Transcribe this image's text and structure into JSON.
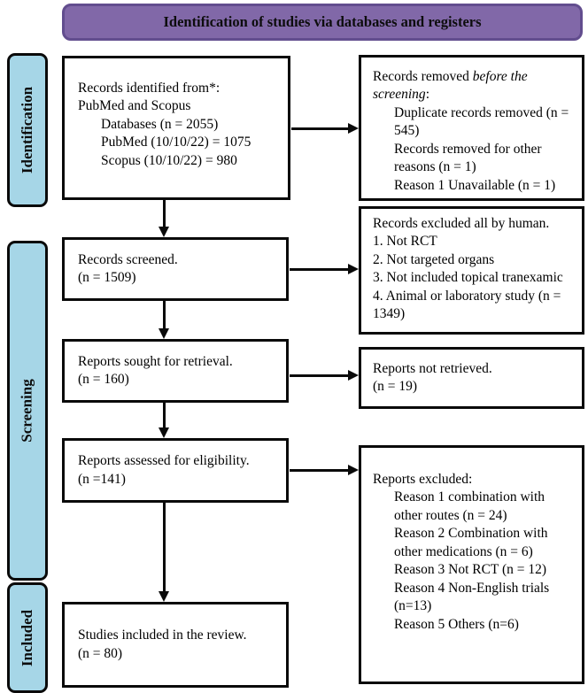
{
  "banner": {
    "title": "Identification of studies via databases and registers"
  },
  "colors": {
    "banner_fill": "#8168A8",
    "banner_border": "#624D8E",
    "stage_fill": "#A6D6E7",
    "box_border": "#0A0A0A",
    "background": "#FFFFFF"
  },
  "stages": {
    "identification": "Identification",
    "screening": "Screening",
    "included": "Included"
  },
  "boxes": {
    "records_identified": {
      "lines": [
        "Records identified from*:",
        "PubMed and Scopus"
      ],
      "indented_lines": [
        "Databases (n = 2055)",
        "PubMed (10/10/22) = 1075",
        "Scopus (10/10/22) = 980"
      ]
    },
    "records_removed": {
      "intro_normal": "Records removed ",
      "intro_italic": "before the screening",
      "intro_suffix": ":",
      "indented_lines": [
        "Duplicate records removed (n = 545)",
        "Records removed for other reasons (n = 1)",
        "Reason 1 Unavailable (n = 1)"
      ]
    },
    "records_screened": {
      "lines": [
        "Records screened.",
        "(n = 1509)"
      ]
    },
    "records_excluded": {
      "lines": [
        "Records excluded all by human.",
        "1. Not RCT",
        "2. Not targeted organs",
        "3. Not included topical tranexamic",
        "4. Animal or laboratory study (n = 1349)"
      ]
    },
    "reports_sought": {
      "lines": [
        "Reports sought for retrieval.",
        "(n = 160)"
      ]
    },
    "reports_not_retrieved": {
      "lines": [
        "Reports not retrieved.",
        "(n = 19)"
      ]
    },
    "reports_assessed": {
      "lines": [
        "Reports assessed for eligibility.",
        "(n =141)"
      ]
    },
    "reports_excluded": {
      "title": "Reports excluded:",
      "indented_lines": [
        "Reason 1 combination with other routes (n = 24)",
        "Reason 2 Combination with other medications (n = 6)",
        "Reason 3 Not RCT (n = 12)",
        "Reason 4 Non-English trials (n=13)",
        "Reason 5 Others (n=6)"
      ]
    },
    "studies_included": {
      "lines": [
        "Studies included in the review.",
        "(n = 80)"
      ]
    }
  }
}
